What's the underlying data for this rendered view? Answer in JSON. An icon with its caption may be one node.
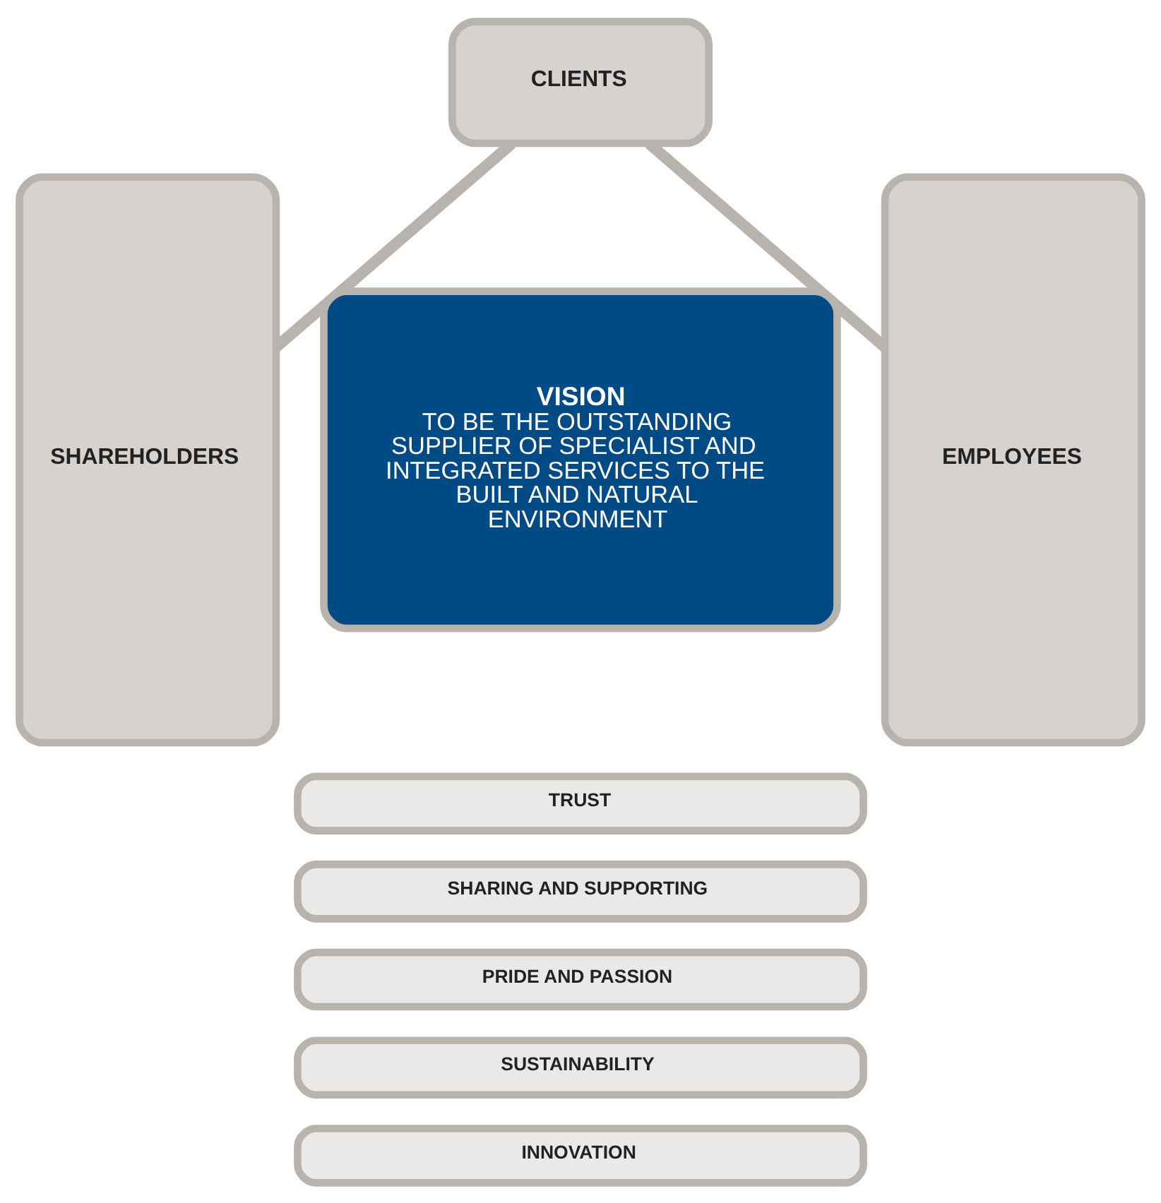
{
  "diagram": {
    "nodes": [
      {
        "text": [
          "CLIENTS"
        ]
      },
      {
        "text": [
          "SHAREHOLDERS"
        ]
      },
      {
        "text": [
          "EMPLOYEES"
        ]
      },
      {
        "text": [
          "VISION",
          "TO BE THE OUTSTANDING SUPPLIER OF SPECIALIST AND INTEGRATED SERVICES TO THE BUILT AND NATURAL ENVIRONMENT"
        ]
      },
      {
        "text": [
          "TRUST"
        ]
      },
      {
        "text": [
          "SHARING AND SUPPORTING"
        ]
      },
      {
        "text": [
          "PRIDE AND PASSION"
        ]
      },
      {
        "text": [
          "SUSTAINABILITY"
        ]
      },
      {
        "text": [
          "INNOVATION"
        ]
      }
    ],
    "edges": [
      {
        "from": 0,
        "to": 1,
        "arrow": "none"
      },
      {
        "from": 0,
        "to": 2,
        "arrow": "none"
      }
    ]
  }
}
